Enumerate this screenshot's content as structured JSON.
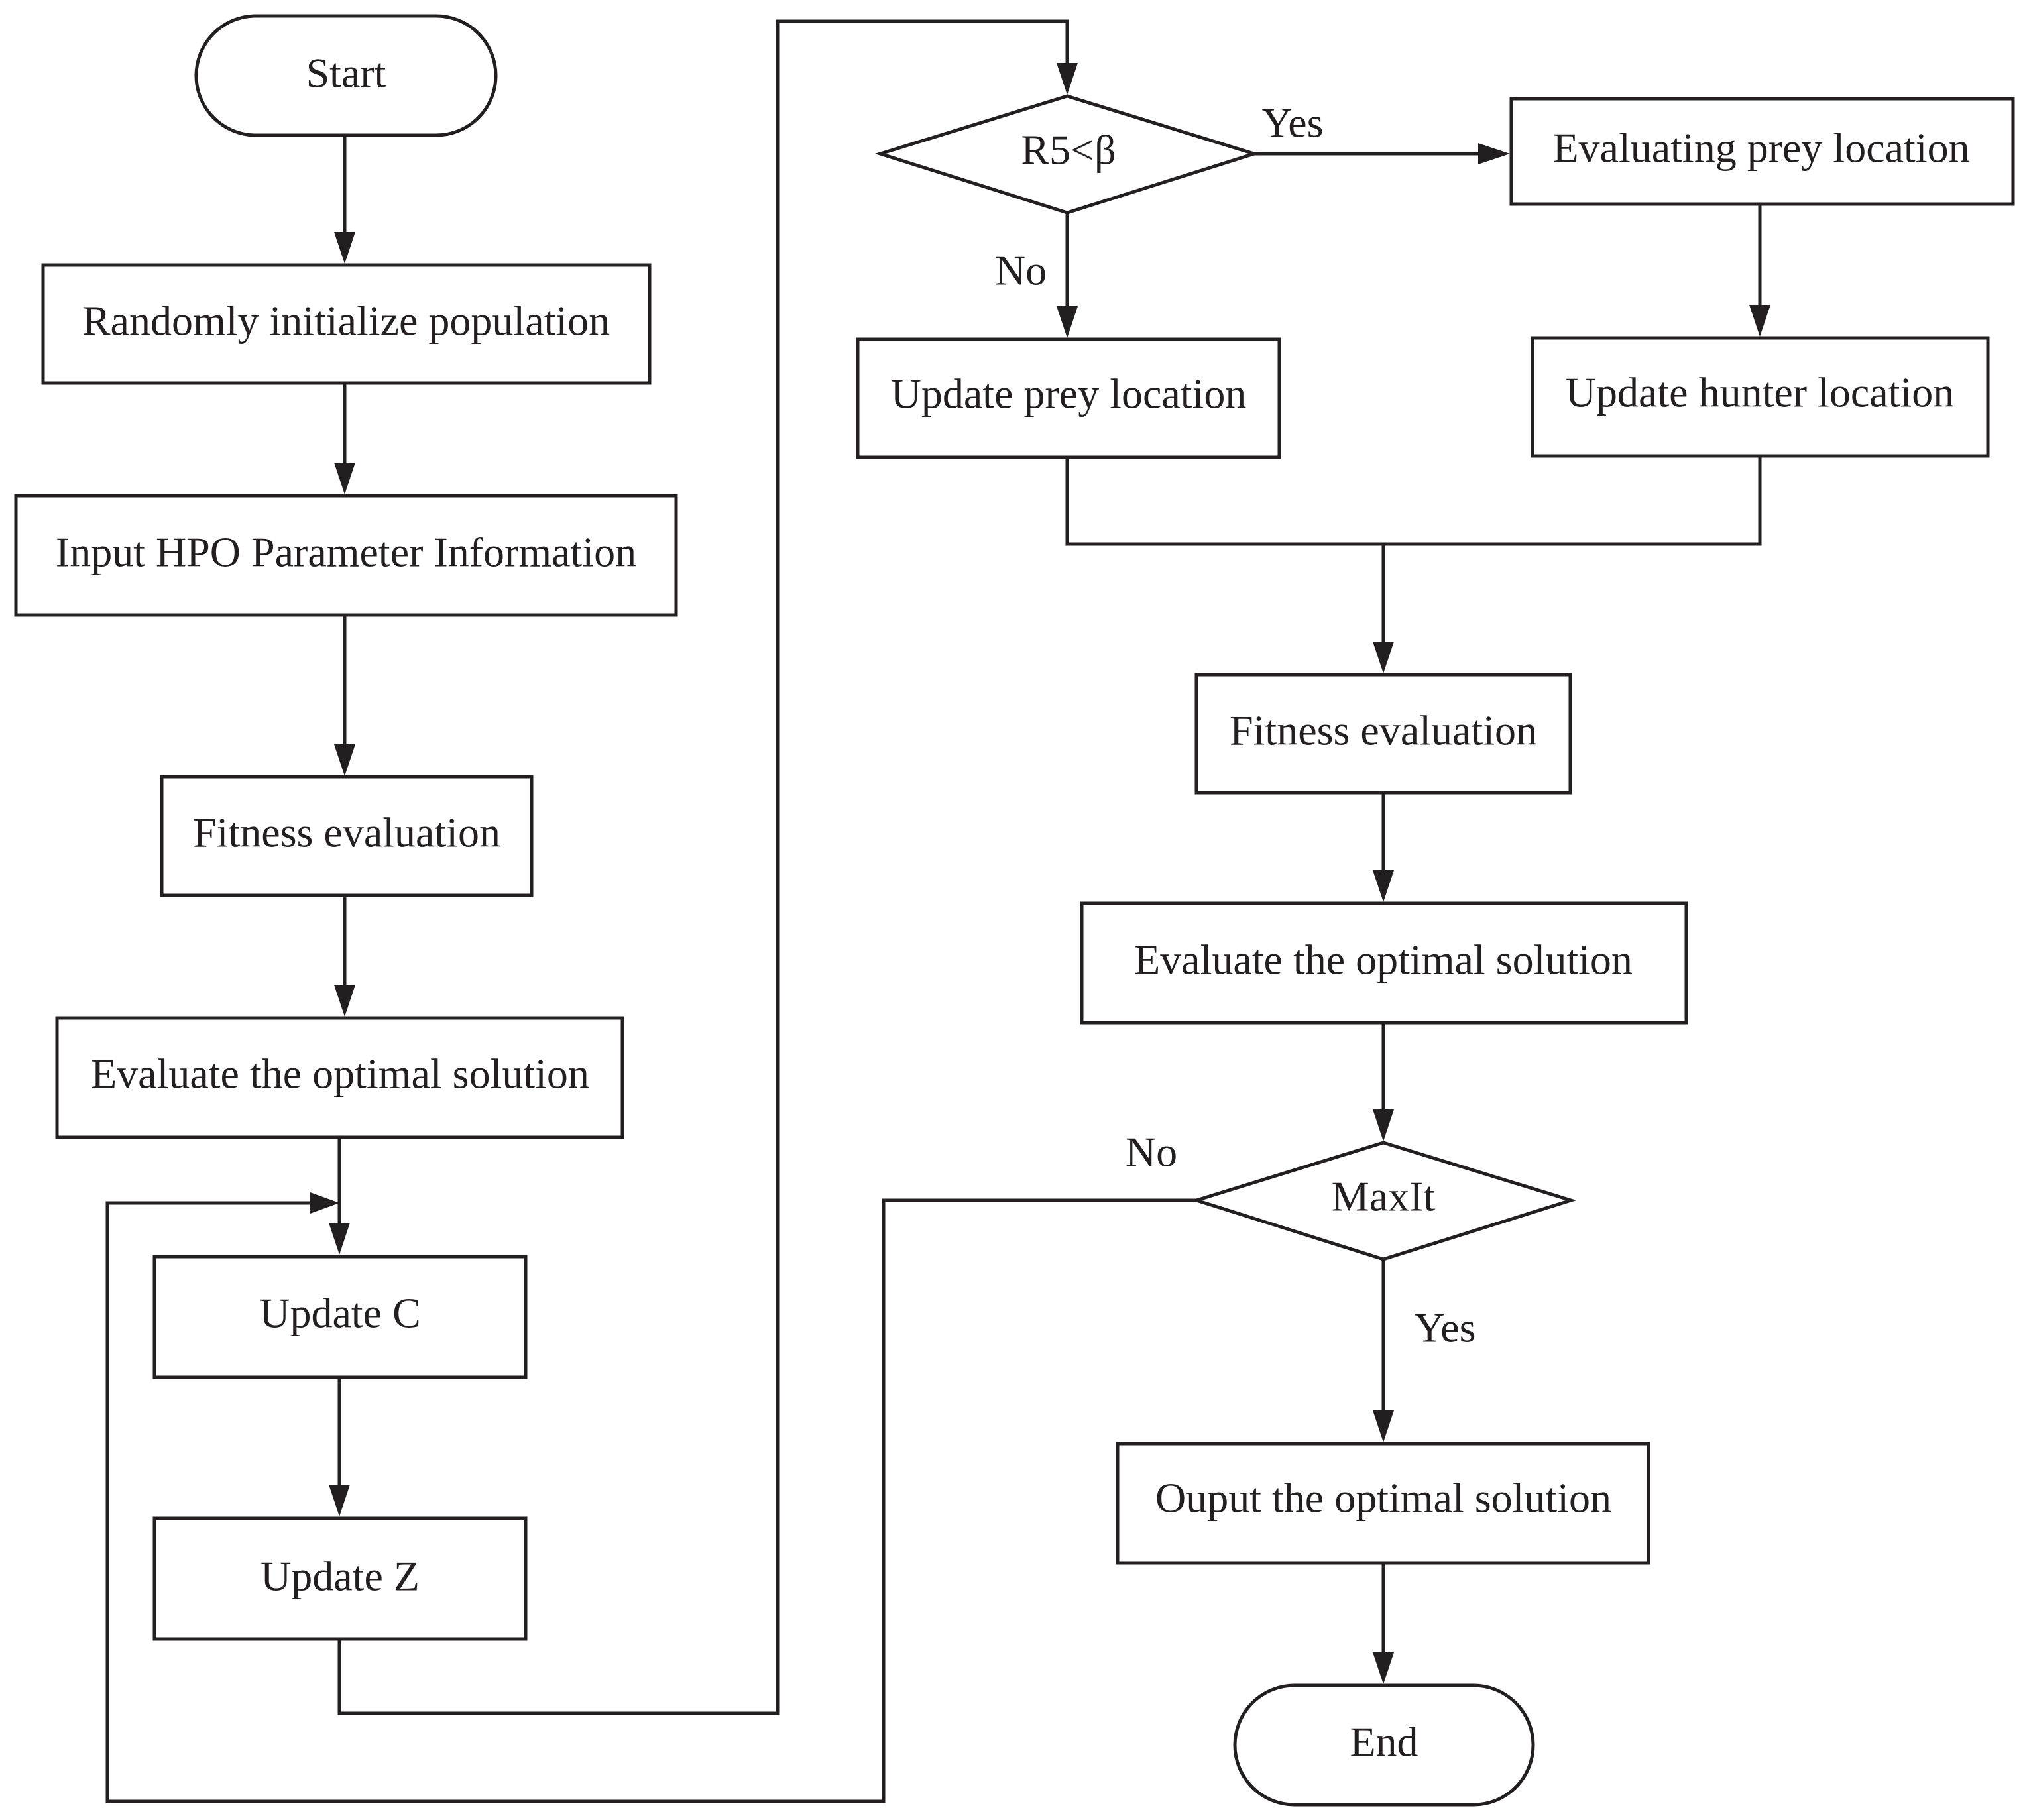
{
  "nodes": {
    "start": "Start",
    "init_population": "Randomly initialize population",
    "input_params": "Input HPO Parameter Information",
    "fitness_eval_1": "Fitness evaluation",
    "eval_optimal_1": "Evaluate the optimal solution",
    "update_c": "Update C",
    "update_z": "Update Z",
    "decision_r5": "R5<β",
    "eval_prey_location": "Evaluating prey location",
    "update_prey_location": "Update prey location",
    "update_hunter_location": "Update hunter location",
    "fitness_eval_2": "Fitness evaluation",
    "eval_optimal_2": "Evaluate the optimal solution",
    "decision_maxit": "MaxIt",
    "output_optimal": "Ouput the optimal solution",
    "end": "End"
  },
  "edge_labels": {
    "r5_yes": "Yes",
    "r5_no": "No",
    "maxit_no": "No",
    "maxit_yes": "Yes"
  },
  "colors": {
    "stroke": "#231f20",
    "fill": "#ffffff"
  }
}
